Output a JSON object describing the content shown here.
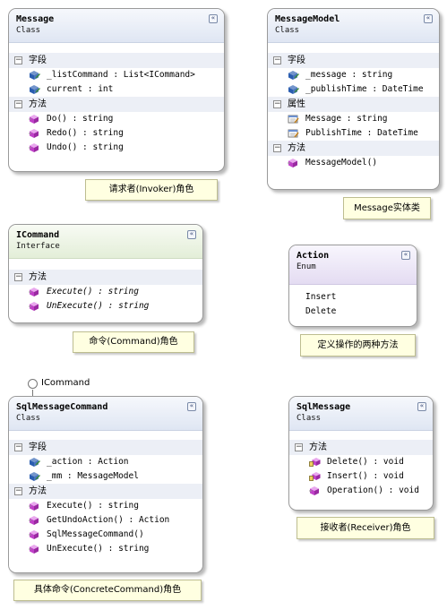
{
  "message": {
    "name": "Message",
    "stereotype": "Class",
    "sections": [
      {
        "title": "字段",
        "items": [
          {
            "text": "_listCommand : List<ICommand>",
            "kind": "field"
          },
          {
            "text": "current : int",
            "kind": "field"
          }
        ]
      },
      {
        "title": "方法",
        "items": [
          {
            "text": "Do() : string",
            "kind": "method"
          },
          {
            "text": "Redo() : string",
            "kind": "method"
          },
          {
            "text": "Undo() : string",
            "kind": "method"
          }
        ]
      }
    ],
    "note": "请求者(Invoker)角色"
  },
  "message_model": {
    "name": "MessageModel",
    "stereotype": "Class",
    "sections": [
      {
        "title": "字段",
        "items": [
          {
            "text": "_message : string",
            "kind": "field"
          },
          {
            "text": "_publishTime : DateTime",
            "kind": "field"
          }
        ]
      },
      {
        "title": "属性",
        "items": [
          {
            "text": "Message : string",
            "kind": "property"
          },
          {
            "text": "PublishTime : DateTime",
            "kind": "property"
          }
        ]
      },
      {
        "title": "方法",
        "items": [
          {
            "text": "MessageModel()",
            "kind": "method"
          }
        ]
      }
    ],
    "note": "Message实体类"
  },
  "icommand": {
    "name": "ICommand",
    "stereotype": "Interface",
    "sections": [
      {
        "title": "方法",
        "items": [
          {
            "text": "Execute() : string",
            "kind": "method"
          },
          {
            "text": "UnExecute() : string",
            "kind": "method"
          }
        ]
      }
    ],
    "note": "命令(Command)角色"
  },
  "action": {
    "name": "Action",
    "stereotype": "Enum",
    "values": [
      "Insert",
      "Delete"
    ],
    "note": "定义操作的两种方法"
  },
  "sql_message_command": {
    "name": "SqlMessageCommand",
    "stereotype": "Class",
    "implements": "ICommand",
    "sections": [
      {
        "title": "字段",
        "items": [
          {
            "text": "_action : Action",
            "kind": "field"
          },
          {
            "text": "_mm : MessageModel",
            "kind": "field"
          }
        ]
      },
      {
        "title": "方法",
        "items": [
          {
            "text": "Execute() : string",
            "kind": "method"
          },
          {
            "text": "GetUndoAction() : Action",
            "kind": "method"
          },
          {
            "text": "SqlMessageCommand()",
            "kind": "method"
          },
          {
            "text": "UnExecute() : string",
            "kind": "method"
          }
        ]
      }
    ],
    "note": "具体命令(ConcreteCommand)角色"
  },
  "sql_message": {
    "name": "SqlMessage",
    "stereotype": "Class",
    "sections": [
      {
        "title": "方法",
        "items": [
          {
            "text": "Delete() : void",
            "kind": "static-method"
          },
          {
            "text": "Insert() : void",
            "kind": "static-method"
          },
          {
            "text": "Operation() : void",
            "kind": "method"
          }
        ]
      }
    ],
    "note": "接收者(Receiver)角色"
  },
  "ui": {
    "collapse_glyph": "«",
    "section_toggle_glyph": "−"
  },
  "colors": {
    "class_header": "#dfe6f3",
    "interface_header": "#e3eed8",
    "enum_header": "#e4dcf2",
    "section_band": "#eceff6",
    "note_fill": "#ffffe1",
    "field_icon": "#2a5db0",
    "method_icon": "#c040c8"
  }
}
